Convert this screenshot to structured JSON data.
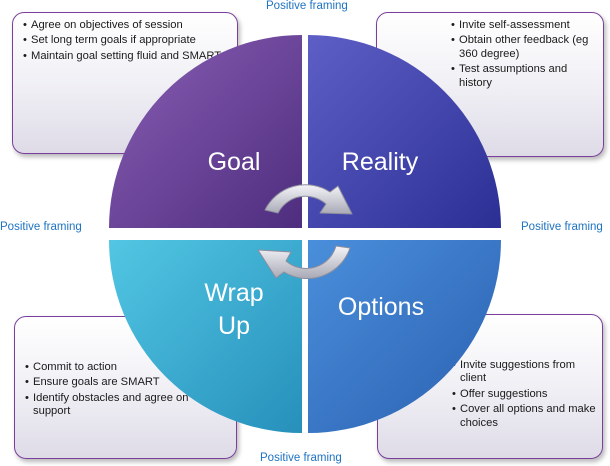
{
  "framing_label": "Positive framing",
  "quadrants": {
    "goal": "Goal",
    "reality": "Reality",
    "wrap_up_line1": "Wrap",
    "wrap_up_line2": "Up",
    "options": "Options"
  },
  "notes": {
    "goal": [
      "Agree on objectives of session",
      "Set long term goals if appropriate",
      "Maintain goal setting fluid and SMART"
    ],
    "reality": [
      "Invite self-assessment",
      "Obtain other feedback (eg 360 degree)",
      "Test assumptions and history"
    ],
    "wrap_up": [
      "Commit to action",
      "Ensure goals are SMART",
      "Identify obstacles and agree on support"
    ],
    "options": [
      "Invite suggestions from client",
      "Offer suggestions",
      "Cover all options and make choices"
    ]
  },
  "colors": {
    "goal": "#6a3f98",
    "reality": "#3f42ad",
    "wrap_up": "#2fa9cc",
    "options": "#3476c9",
    "note_border": "#7a3f9c",
    "framing_text": "#1e73c2"
  },
  "icons": {
    "cycle": "circular-arrows-icon"
  }
}
